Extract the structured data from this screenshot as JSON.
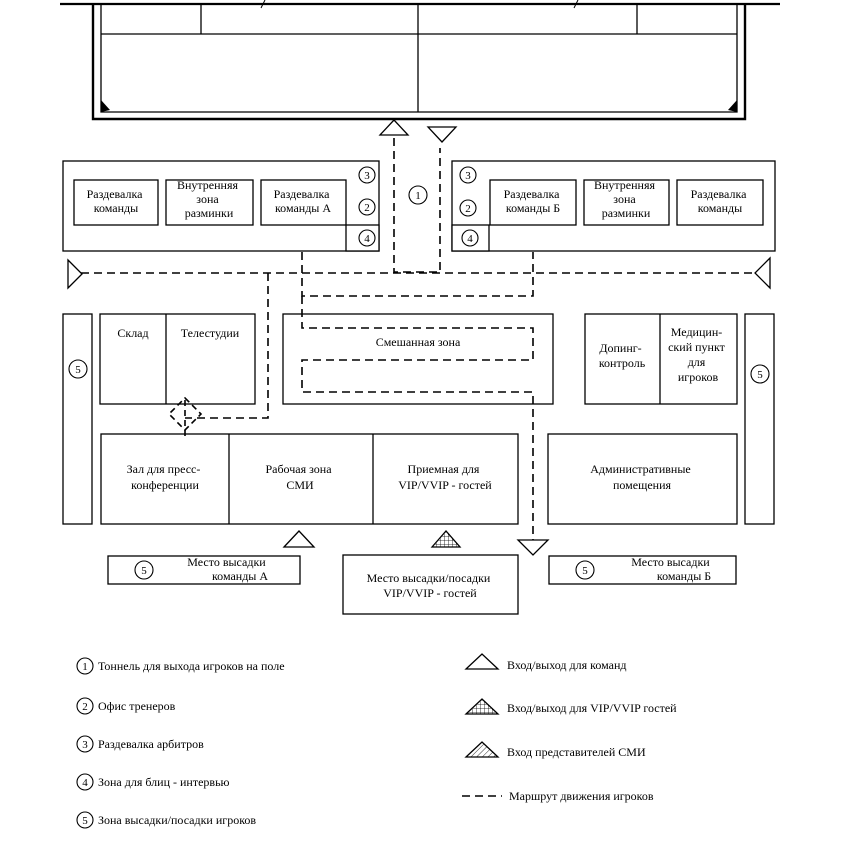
{
  "rooms": {
    "locker_team_left": [
      "Раздевалка",
      "команды"
    ],
    "warmup_left": [
      "Внутренняя",
      "зона",
      "разминки"
    ],
    "locker_team_a": [
      "Раздевалка",
      "команды А"
    ],
    "locker_team_b": [
      "Раздевалка",
      "команды Б"
    ],
    "warmup_right": [
      "Внутренняя",
      "зона",
      "разминки"
    ],
    "locker_team_right": [
      "Раздевалка",
      "команды"
    ],
    "storage": "Склад",
    "tv_studios": "Телестудии",
    "mixed_zone": "Смешанная зона",
    "doping": [
      "Допинг-",
      "контроль"
    ],
    "medical": [
      "Медицин-",
      "ский пункт",
      "для",
      "игроков"
    ],
    "press_hall": [
      "Зал для пресс-",
      "конференции"
    ],
    "media_work": [
      "Рабочая зона",
      "СМИ"
    ],
    "vip_reception": [
      "Приемная для",
      "VIP/VVIP - гостей"
    ],
    "admin": [
      "Административные",
      "помещения"
    ],
    "dropoff_team_a": [
      "Место высадки",
      "команды А"
    ],
    "dropoff_vip": [
      "Место высадки/посадки",
      "VIP/VVIP - гостей"
    ],
    "dropoff_team_b": [
      "Место высадки",
      "команды Б"
    ]
  },
  "markers": {
    "one": "1",
    "two": "2",
    "three": "3",
    "four": "4",
    "five": "5"
  },
  "legend": {
    "numbered": [
      {
        "num": "1",
        "text": "Тоннель для выхода игроков на поле"
      },
      {
        "num": "2",
        "text": "Офис тренеров"
      },
      {
        "num": "3",
        "text": "Раздевалка арбитров"
      },
      {
        "num": "4",
        "text": "Зона для блиц - интервью"
      },
      {
        "num": "5",
        "text": "Зона высадки/посадки игроков"
      }
    ],
    "symbols": [
      {
        "icon": "triangle-plain-icon",
        "text": "Вход/выход для команд"
      },
      {
        "icon": "triangle-grid-icon",
        "text": "Вход/выход для VIP/VVIP гостей"
      },
      {
        "icon": "triangle-hatched-icon",
        "text": "Вход представителей СМИ"
      },
      {
        "icon": "dashed-line-icon",
        "text": "Маршрут движения игроков"
      }
    ]
  }
}
